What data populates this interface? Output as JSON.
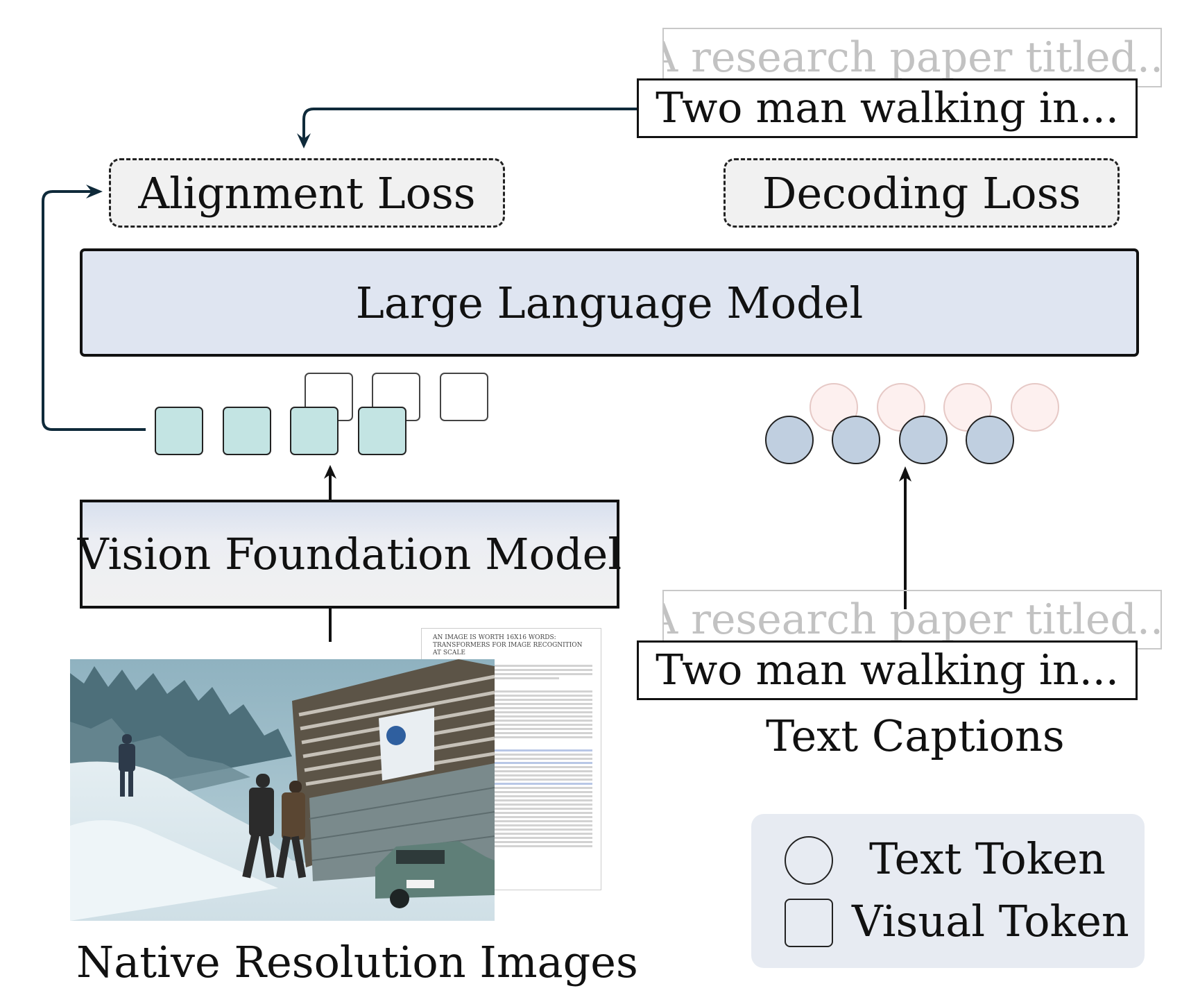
{
  "top_caption": {
    "ghost_text": "A research paper titled...",
    "front_text": "Two man walking in..."
  },
  "losses": {
    "alignment": "Alignment Loss",
    "decoding": "Decoding Loss"
  },
  "llm": {
    "label": "Large Language Model"
  },
  "vfm": {
    "label": "Vision Foundation Model"
  },
  "bottom_caption": {
    "ghost_text": "A research paper titled...",
    "front_text": "Two man walking in..."
  },
  "labels": {
    "images": "Native Resolution Images",
    "captions": "Text Captions"
  },
  "legend": {
    "text_token": "Text Token",
    "visual_token": "Visual Token"
  },
  "paper_thumbnail": {
    "title": "AN IMAGE IS WORTH 16X16 WORDS: TRANSFORMERS FOR IMAGE RECOGNITION AT SCALE"
  },
  "colors": {
    "visual_token": "#c3e4e3",
    "text_token": "#c0cfe0",
    "llm_fill": "#dfe5f1",
    "legend_bg": "#e7ebf2",
    "arrow": "#0f2a3a"
  }
}
